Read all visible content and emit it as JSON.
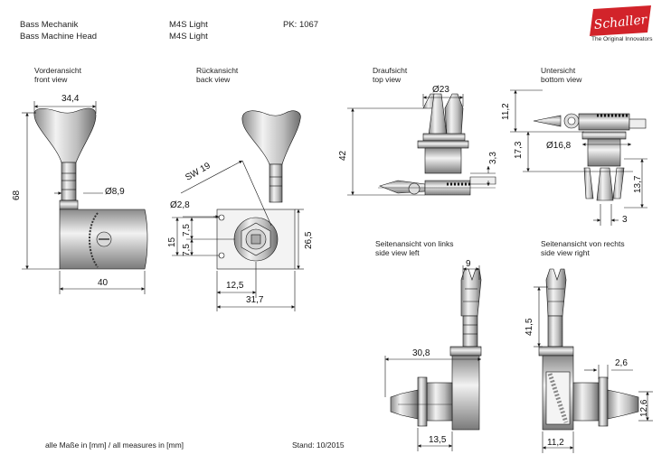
{
  "header": {
    "product_de": "Bass Mechanik",
    "product_en": "Bass Machine Head",
    "model_1": "M4S Light",
    "model_2": "M4S Light",
    "pk": "PK: 1067"
  },
  "logo": {
    "brand": "Schaller",
    "tagline": "The Original Innovators",
    "color": "#d2232a"
  },
  "views": {
    "front": {
      "de": "Vorderansicht",
      "en": "front view"
    },
    "back": {
      "de": "Rückansicht",
      "en": "back view"
    },
    "top": {
      "de": "Draufsicht",
      "en": "top view"
    },
    "bottom": {
      "de": "Untersicht",
      "en": "bottom view"
    },
    "side_left": {
      "de": "Seitenansicht von links",
      "en": "side view left"
    },
    "side_right": {
      "de": "Seitenansicht von rechts",
      "en": "side view right"
    }
  },
  "dims": {
    "front_width_top": "34,4",
    "front_height": "68",
    "front_shaft": "8,9",
    "front_width_base": "40",
    "back_sw": "SW 19",
    "back_hole": "2,8",
    "back_15": "15",
    "back_75a": "7,5",
    "back_75b": "7,5",
    "back_265": "26,5",
    "back_125": "12,5",
    "back_317": "31,7",
    "top_23": "23",
    "top_42": "42",
    "top_33": "3,3",
    "bottom_112": "11,2",
    "bottom_173": "17,3",
    "bottom_168": "16,8",
    "bottom_137": "13,7",
    "bottom_3": "3",
    "left_9": "9",
    "left_308": "30,8",
    "left_135": "13,5",
    "right_415": "41,5",
    "right_26": "2,6",
    "right_126": "12,6",
    "right_112": "11,2",
    "diam": "Ø"
  },
  "footer": {
    "units": "alle Maße in [mm] / all measures in [mm]",
    "stand": "Stand: 10/2015"
  }
}
